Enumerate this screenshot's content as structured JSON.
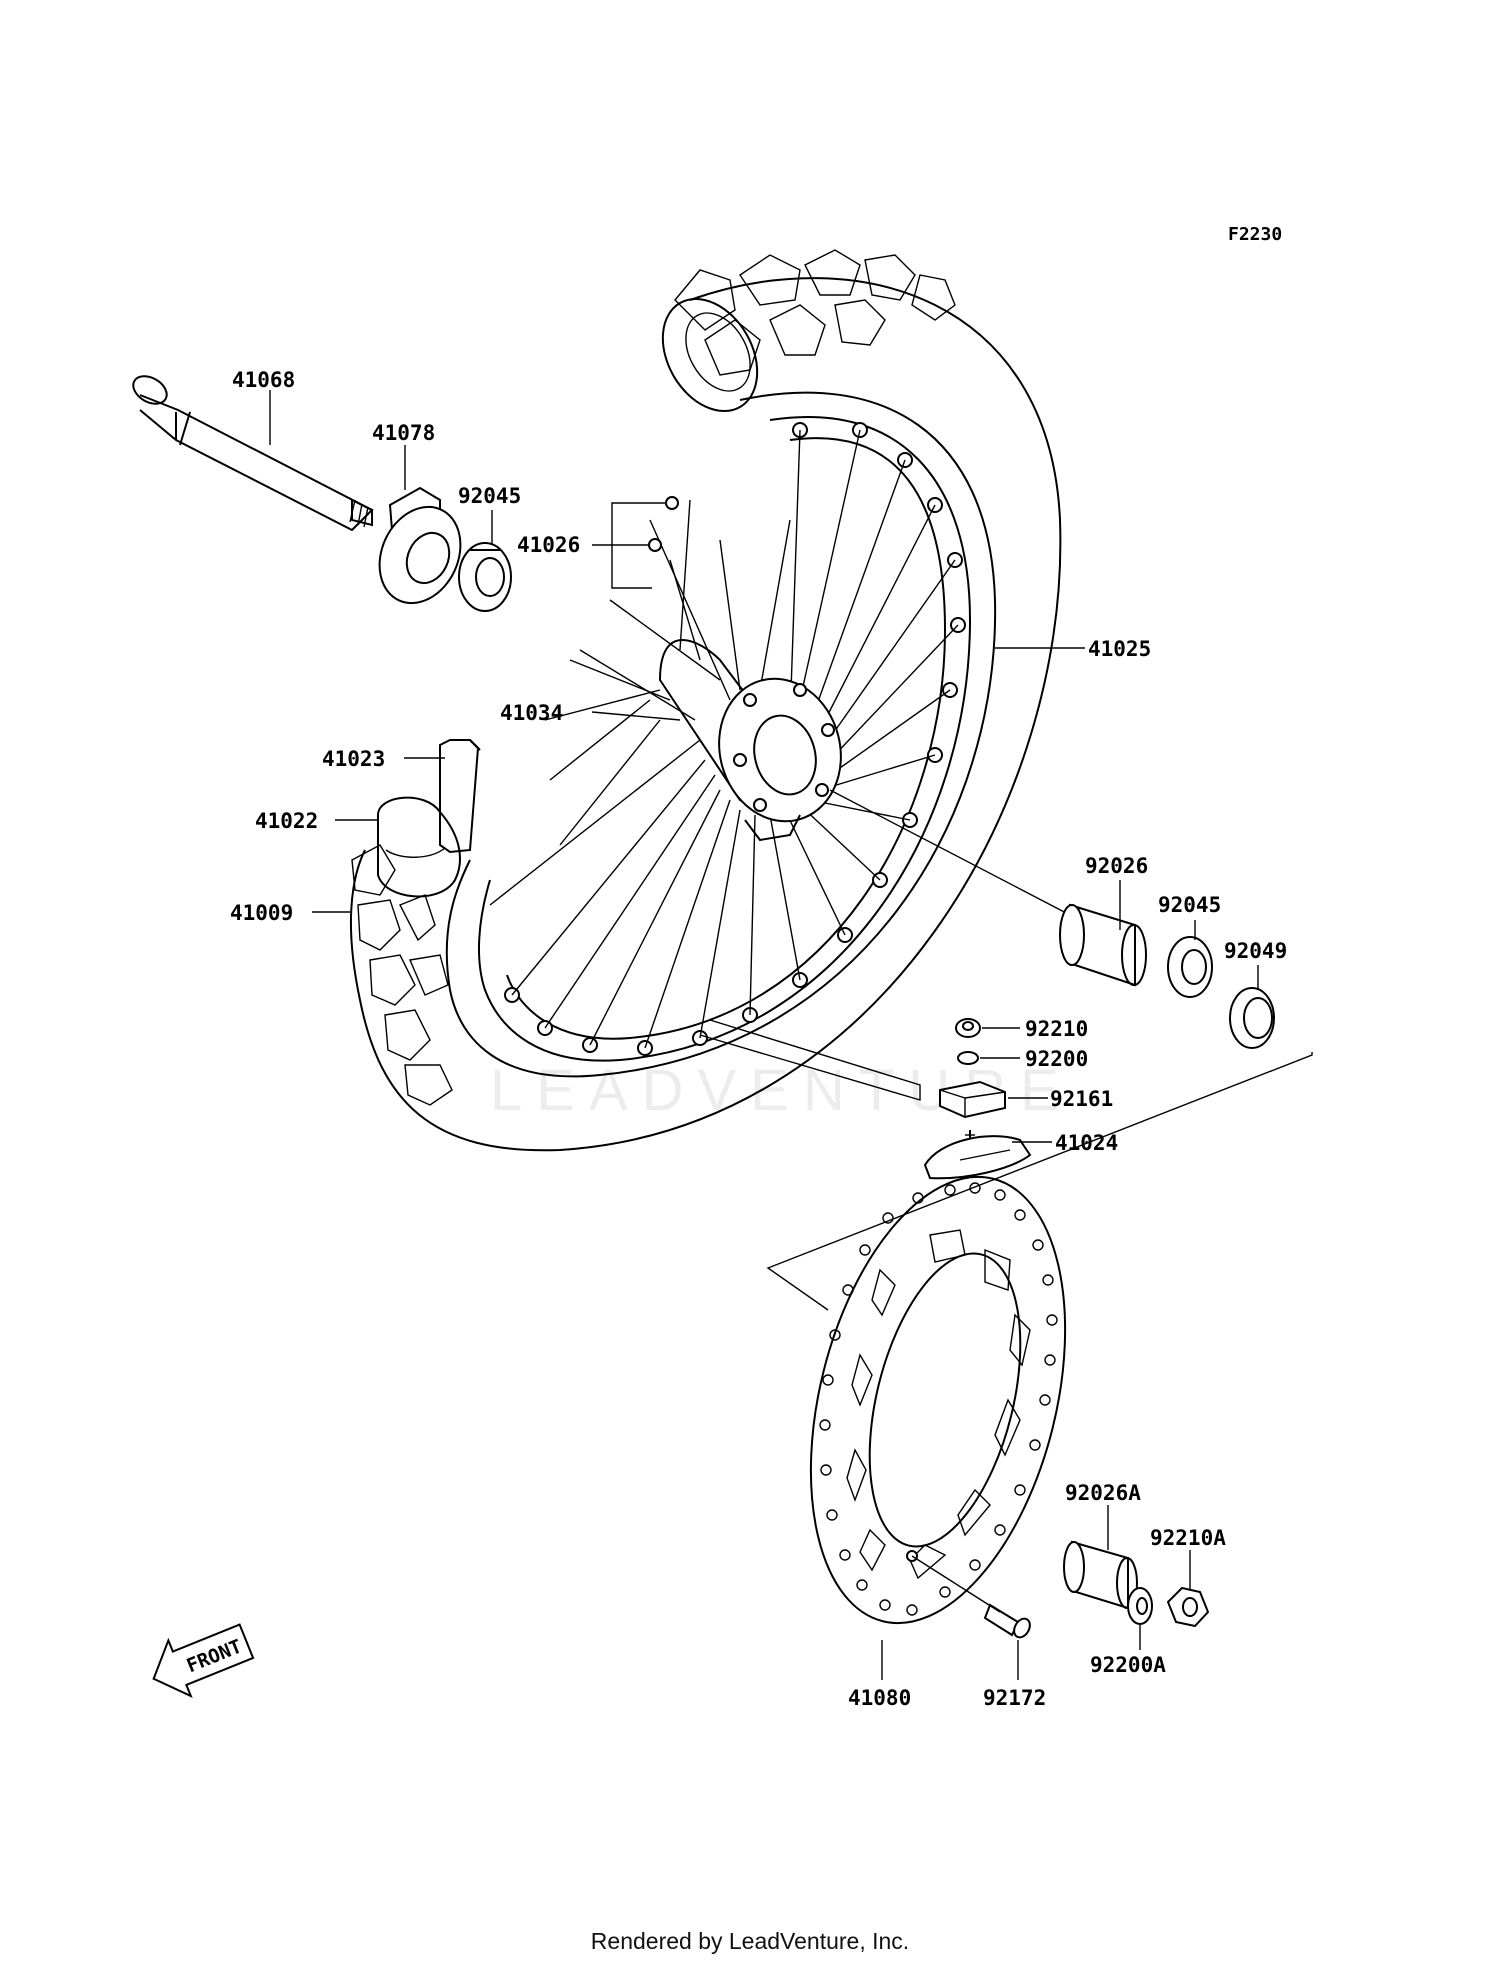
{
  "diagram": {
    "ref_code": "F2230",
    "watermark": "LEADVENTURE",
    "front_label": "FRONT",
    "footer": "Rendered by LeadVenture, Inc.",
    "parts": [
      {
        "id": "41068",
        "label": "41068"
      },
      {
        "id": "41078",
        "label": "41078"
      },
      {
        "id": "92045-a",
        "label": "92045"
      },
      {
        "id": "41026",
        "label": "41026"
      },
      {
        "id": "41025",
        "label": "41025"
      },
      {
        "id": "41034",
        "label": "41034"
      },
      {
        "id": "41023",
        "label": "41023"
      },
      {
        "id": "41022",
        "label": "41022"
      },
      {
        "id": "41009",
        "label": "41009"
      },
      {
        "id": "92026",
        "label": "92026"
      },
      {
        "id": "92045-b",
        "label": "92045"
      },
      {
        "id": "92049",
        "label": "92049"
      },
      {
        "id": "92210",
        "label": "92210"
      },
      {
        "id": "92200",
        "label": "92200"
      },
      {
        "id": "92161",
        "label": "92161"
      },
      {
        "id": "41024",
        "label": "41024"
      },
      {
        "id": "92026A",
        "label": "92026A"
      },
      {
        "id": "92210A",
        "label": "92210A"
      },
      {
        "id": "92200A",
        "label": "92200A"
      },
      {
        "id": "41080",
        "label": "41080"
      },
      {
        "id": "92172",
        "label": "92172"
      }
    ]
  }
}
